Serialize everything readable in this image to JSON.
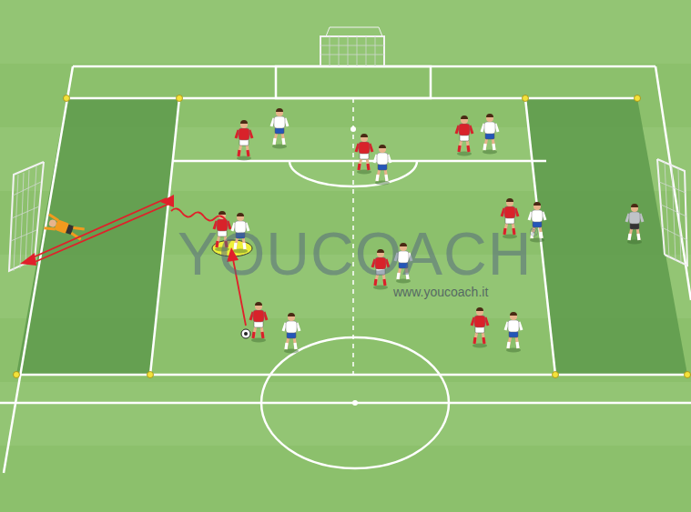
{
  "diagram": {
    "labels": [
      "YOUCOACH",
      "®",
      "www.youcoach.it"
    ]
  }
}
